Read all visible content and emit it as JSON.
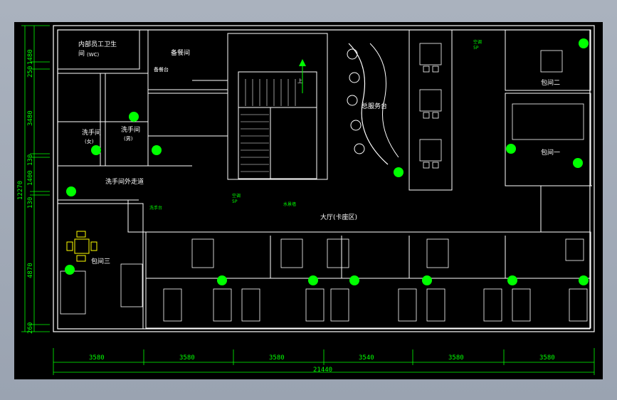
{
  "rooms": {
    "staff_toilet": "内部员工卫生",
    "staff_toilet_line2": "间",
    "staff_toilet_sub": "(WC)",
    "prep_room": "备餐间",
    "prep_counter": "备餐台",
    "womens_restroom": "洗手间",
    "womens_tag": "(女)",
    "mens_restroom": "洗手间",
    "mens_tag": "(男)",
    "corridor": "洗手间外走道",
    "hand_basin": "洗手台",
    "reception": "总服务台",
    "hall": "大厅(卡座区)",
    "private_room_1": "包间一",
    "private_room_2": "包间二",
    "private_room_3": "包间三",
    "up_arrow": "上",
    "ac_unit": "空调",
    "ac_power": "5P",
    "water_feature": "水景墙"
  },
  "dimensions": {
    "bottom": [
      "3580",
      "3580",
      "3580",
      "3540",
      "3580",
      "3580"
    ],
    "total_width": "21440",
    "left": [
      "1480",
      "250",
      "3480",
      "130",
      "1400",
      "130",
      "4870",
      "260"
    ],
    "total_height": "12270"
  },
  "colors": {
    "background": "#000000",
    "walls": "#ffffff",
    "dimension": "#00ff00",
    "plants": "#00ff00",
    "chairs_highlight": "#ffff00"
  }
}
